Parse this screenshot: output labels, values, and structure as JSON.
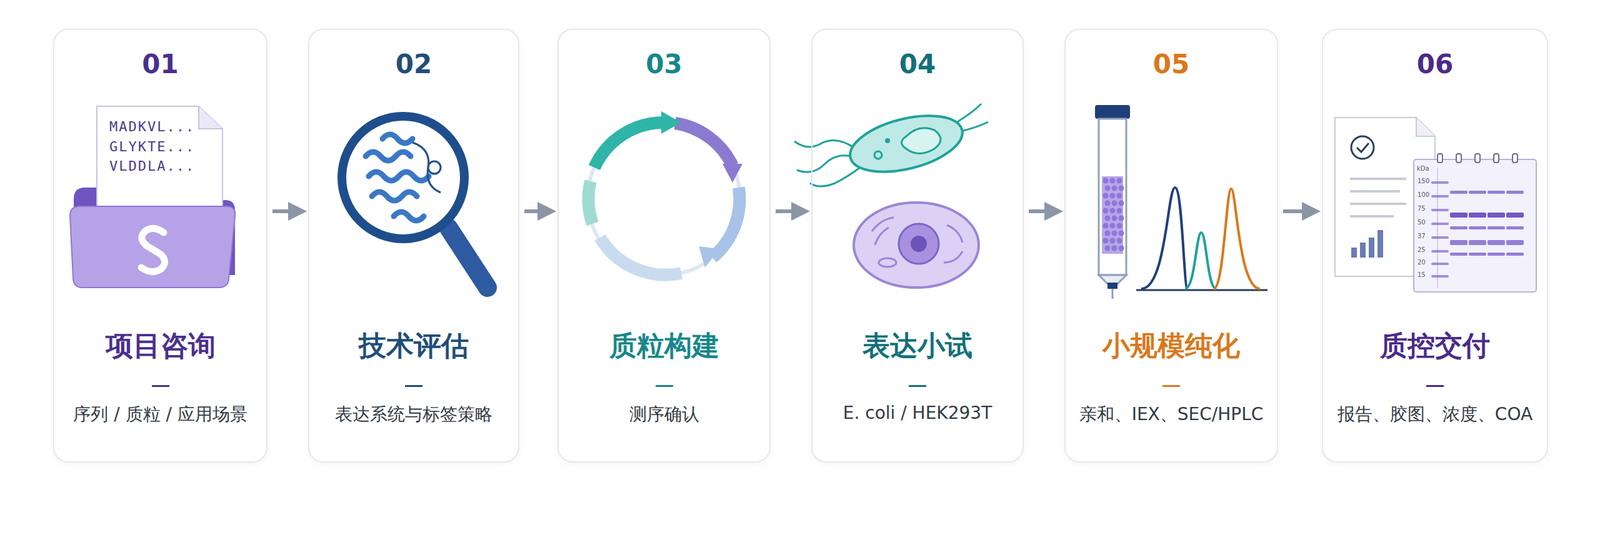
{
  "diagram": {
    "nodes": [
      {
        "text": [
          "01",
          "项目咨询",
          "序列 / 质粒 / 应用场景"
        ]
      },
      {
        "text": [
          "02",
          "技术评估",
          "表达系统与标签策略"
        ]
      },
      {
        "text": [
          "03",
          "质粒构建",
          "测序确认"
        ]
      },
      {
        "text": [
          "04",
          "表达小试",
          "E. coli / HEK293T"
        ]
      },
      {
        "text": [
          "05",
          "小规模纯化",
          "亲和、IEX、SEC/HPLC"
        ]
      },
      {
        "text": [
          "06",
          "质控交付",
          "报告、胶图、浓度、COA"
        ]
      }
    ],
    "edges": [
      {
        "from": 0,
        "to": 1,
        "arrow": "to"
      },
      {
        "from": 1,
        "to": 2,
        "arrow": "to"
      },
      {
        "from": 2,
        "to": 3,
        "arrow": "to"
      },
      {
        "from": 3,
        "to": 4,
        "arrow": "to"
      },
      {
        "from": 4,
        "to": 5,
        "arrow": "to"
      }
    ],
    "labels": [
      "MADKVL...",
      "GLYKTE...",
      "VLDDLA...",
      "kDa",
      "150",
      "100",
      "75",
      "50",
      "37",
      "25",
      "20",
      "15"
    ]
  }
}
